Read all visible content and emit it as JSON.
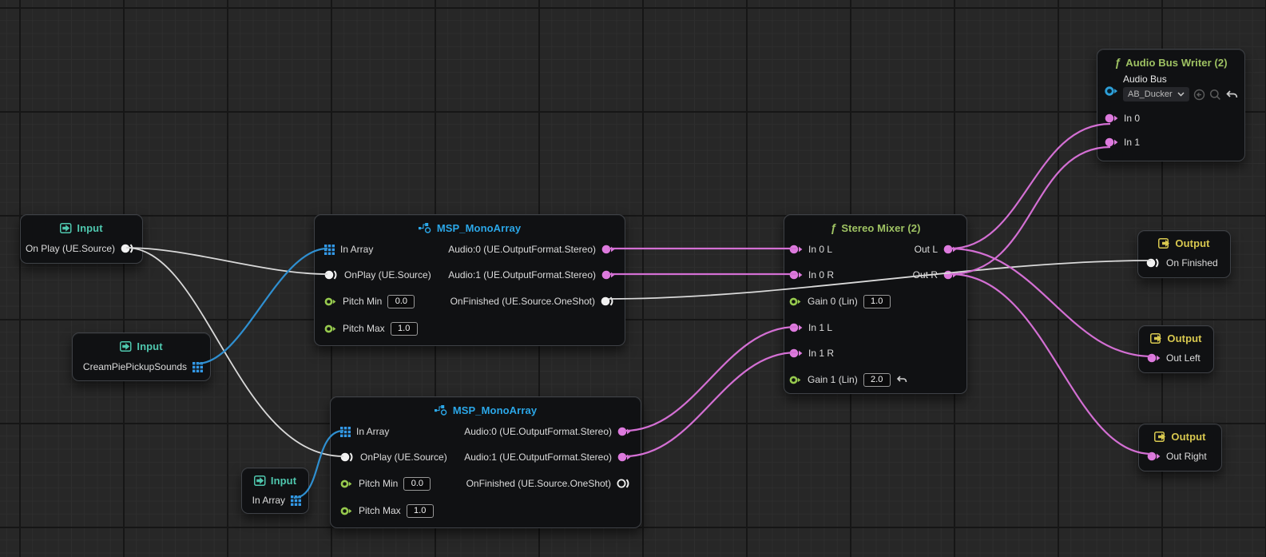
{
  "graph": {
    "nodes": {
      "input_on_play": {
        "title": "Input",
        "pin_label": "On Play (UE.Source)"
      },
      "input_sounds": {
        "title": "Input",
        "pin_label": "CreamPiePickupSounds"
      },
      "input_in_array": {
        "title": "Input",
        "pin_label": "In Array"
      },
      "msp_mono_array_1": {
        "title": "MSP_MonoArray",
        "inputs": [
          "In Array",
          "OnPlay (UE.Source)",
          "Pitch Min",
          "Pitch Max"
        ],
        "input_values": {
          "pitch_min": "0.0",
          "pitch_max": "1.0"
        },
        "outputs": [
          "Audio:0 (UE.OutputFormat.Stereo)",
          "Audio:1 (UE.OutputFormat.Stereo)",
          "OnFinished (UE.Source.OneShot)"
        ]
      },
      "msp_mono_array_2": {
        "title": "MSP_MonoArray",
        "inputs": [
          "In Array",
          "OnPlay (UE.Source)",
          "Pitch Min",
          "Pitch Max"
        ],
        "input_values": {
          "pitch_min": "0.0",
          "pitch_max": "1.0"
        },
        "outputs": [
          "Audio:0 (UE.OutputFormat.Stereo)",
          "Audio:1 (UE.OutputFormat.Stereo)",
          "OnFinished (UE.Source.OneShot)"
        ]
      },
      "stereo_mixer": {
        "fn": "ƒ",
        "title": "Stereo Mixer (2)",
        "inputs": [
          "In 0 L",
          "In 0 R",
          "Gain 0 (Lin)",
          "In 1 L",
          "In 1 R",
          "Gain 1 (Lin)"
        ],
        "input_values": {
          "gain_0": "1.0",
          "gain_1": "2.0"
        },
        "outputs": [
          "Out L",
          "Out R"
        ]
      },
      "audio_bus_writer": {
        "fn": "ƒ",
        "title": "Audio Bus Writer (2)",
        "bus_label": "Audio Bus",
        "bus_selected": "AB_Ducker",
        "inputs": [
          "In 0",
          "In 1"
        ]
      },
      "output_on_finished": {
        "title": "Output",
        "pin_label": "On Finished"
      },
      "output_out_left": {
        "title": "Output",
        "pin_label": "Out Left"
      },
      "output_out_right": {
        "title": "Output",
        "pin_label": "Out Right"
      }
    },
    "colors": {
      "input_title": "#4fc7ae",
      "msp_title": "#2ba7e8",
      "function_title": "#9fc363",
      "output_title": "#d8c84f",
      "wire_audio": "#d36fd3",
      "wire_trigger": "#d9d9d9",
      "wire_array": "#2f8fd0",
      "pin_audio": "#dd7add",
      "pin_float": "#96c94e",
      "pin_array": "#3399e8",
      "pin_trigger": "#f2f2f2",
      "pin_object": "#2d9fd8"
    }
  }
}
